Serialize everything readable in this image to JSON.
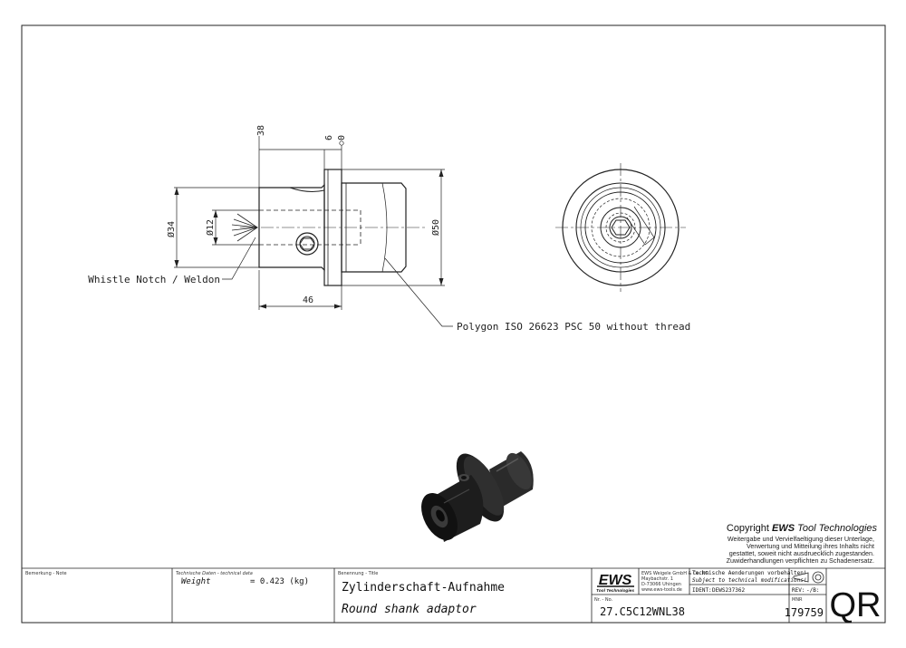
{
  "dimensions": {
    "d38": "38",
    "d6": "6",
    "d0": "0",
    "d34": "Ø34",
    "d12": "Ø12",
    "d50": "Ø50",
    "d46": "46"
  },
  "notes": {
    "weldon": "Whistle Notch / Weldon",
    "polygon": "Polygon ISO 26623 PSC 50 without thread"
  },
  "copyright": {
    "prefix": "Copyright ",
    "brand": "EWS",
    "suffix": " Tool Technologies",
    "lines": [
      "Weitergabe und Vervielfaeltigung dieser Unterlage,",
      "Verwertung und Mitteilung ihres Inhalts nicht",
      "gestattet, soweit nicht ausdruecklich zugestanden.",
      "Zuwiderhandlungen verpflichten zu Schadenersatz."
    ]
  },
  "title_block": {
    "remark_label": "Bemerkung - Note",
    "techdata_label": "Technische Daten - technical data",
    "weight_label": "Weight",
    "weight_value": "= 0.423 (kg)",
    "title_label": "Benennung - Title",
    "title_de": "Zylinderschaft-Aufnahme",
    "title_en": "Round shank adaptor",
    "logo": "EWS",
    "logo_sub": "Tool Technologies",
    "company_lines": [
      "EWS Weigele GmbH & Co. KG",
      "Maybachstr. 1",
      "D-73066 Uhingen",
      "www.ews-tools.de"
    ],
    "changes_de": "Technische Aenderungen vorbehalten!",
    "changes_en": "Subject to technical modifications!",
    "ident_label": "IDENT:",
    "ident_value": "DEWS237362",
    "rev_label": "REV:",
    "rev_value": "-/B:",
    "nr_label": "Nr. - No.",
    "part_number": "27.C5C12WNL38",
    "mnr_label": "MNR",
    "mnr_value": "179759",
    "qr_label": "QR"
  }
}
